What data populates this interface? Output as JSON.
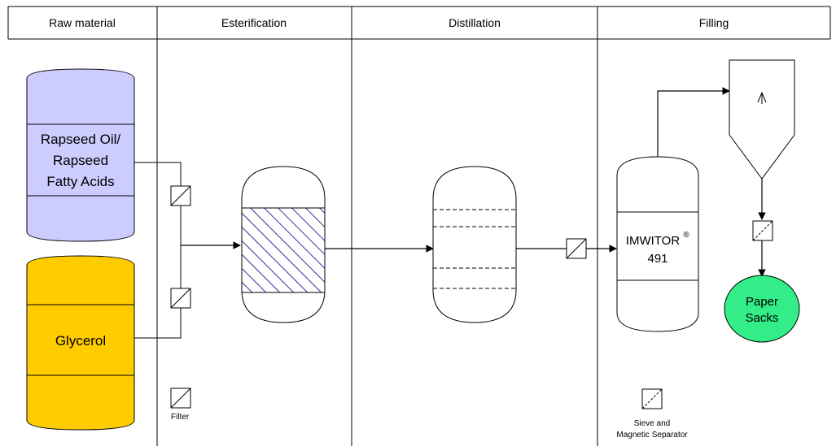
{
  "columns": {
    "raw_material": "Raw material",
    "esterification": "Esterification",
    "distillation": "Distillation",
    "filling": "Filling"
  },
  "tanks": {
    "rapeseed": {
      "line1": "Rapseed Oil/",
      "line2": "Rapseed",
      "line3": "Fatty Acids",
      "color": "#ccccff"
    },
    "glycerol": {
      "label": "Glycerol",
      "color": "#ffcc00"
    },
    "product": {
      "line1": "IMWITOR",
      "superscript": "®",
      "line2": "491"
    },
    "sacks": {
      "line1": "Paper",
      "line2": "Sacks",
      "color": "#33ee88"
    }
  },
  "legend": {
    "filter": "Filter",
    "sieve_line1": "Sieve and",
    "sieve_line2": "Magnetic Separator"
  },
  "colors": {
    "hatch": "#333399",
    "line": "#000000"
  }
}
